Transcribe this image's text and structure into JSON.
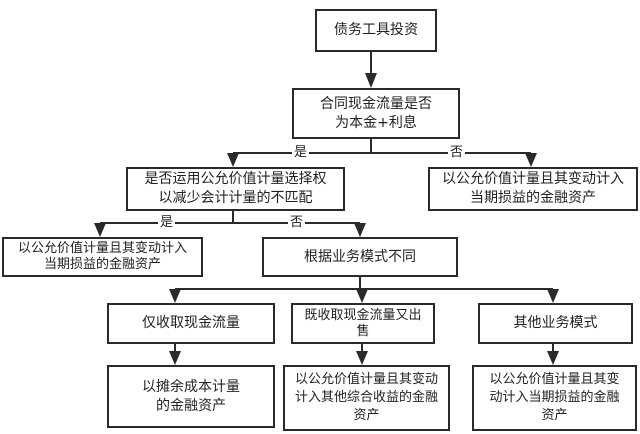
{
  "nodes": {
    "root": "债务工具投资",
    "q1": "合同现金流量是否为本金+利息",
    "q2": "是否运用公允价值计量选择权以减少会计计量的不匹配",
    "fvpl_a": "以公允价值计量且其变动计入当期损益的金融资产",
    "fvpl_b": "以公允价值计量且其变动计入当期损益的金融资产",
    "model": "根据业务模式不同",
    "collect": "仅收取现金流量",
    "collect_sell": "既收取现金流量又出售",
    "other": "其他业务模式",
    "amortized": "以摊余成本计量的金融资产",
    "fvoci": "以公允价值计量且其变动计入其他综合收益的金融资产",
    "fvpl_c": "以公允价值计量且其变动计入当期损益的金融资产"
  },
  "edge_labels": {
    "q1_yes": "是",
    "q1_no": "否",
    "q2_yes": "是",
    "q2_no": "否"
  },
  "colors": {
    "line": "#2a2a2a",
    "box_border": "#2a2a2a"
  }
}
